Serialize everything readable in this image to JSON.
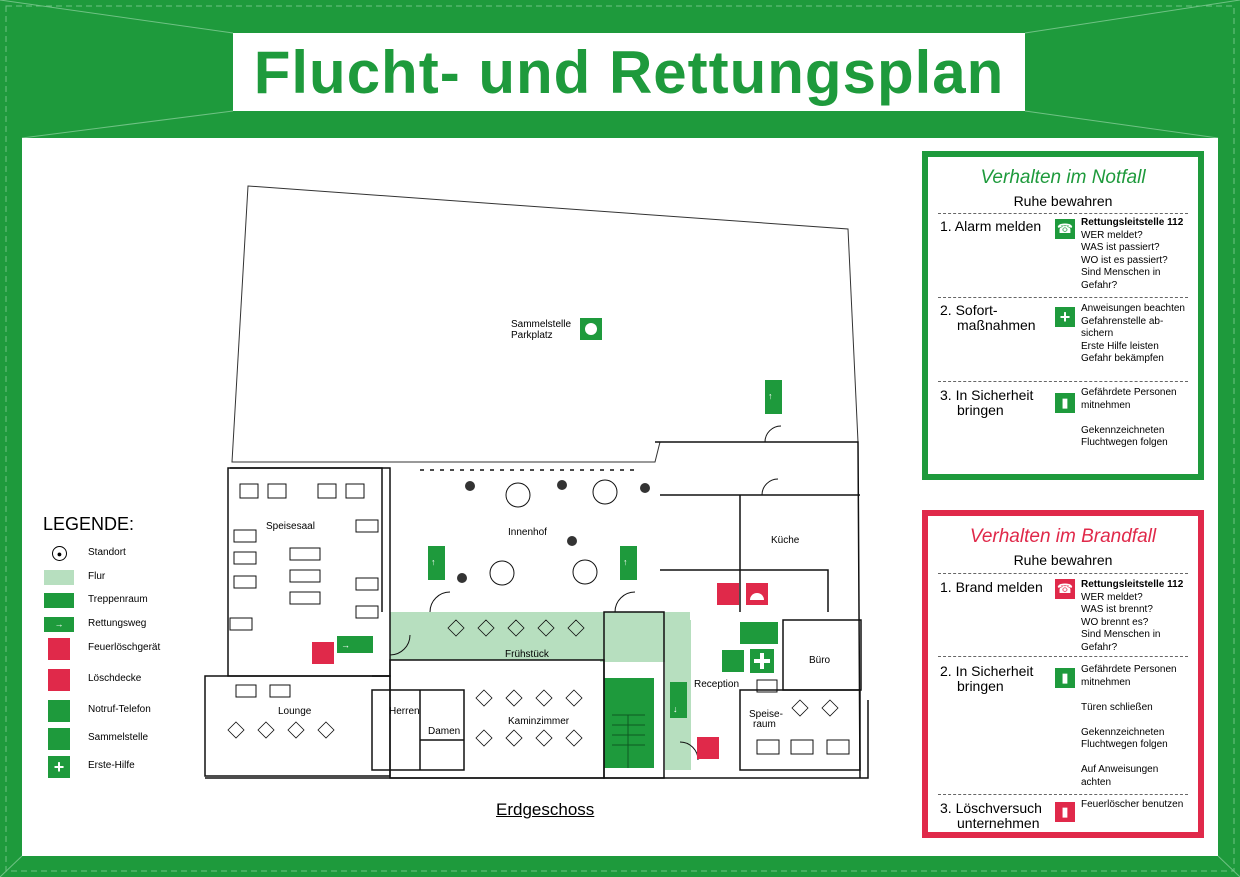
{
  "title": "Flucht- und Rettungsplan",
  "floor": "Erdgeschoss",
  "colors": {
    "frame_green": "#1e9a3c",
    "alarm_red": "#e0294a",
    "corridor": "#b7dfbf",
    "stairs": "#1e9a3c"
  },
  "legend": {
    "title": "LEGENDE:",
    "items": [
      {
        "icon": "standort-icon",
        "label": "Standort"
      },
      {
        "icon": "flur-swatch",
        "label": "Flur"
      },
      {
        "icon": "treppenraum-swatch",
        "label": "Treppenraum"
      },
      {
        "icon": "rettungsweg-icon",
        "label": "Rettungsweg"
      },
      {
        "icon": "fire-extinguisher-icon",
        "label": "Feuerlöschgerät"
      },
      {
        "icon": "fire-blanket-icon",
        "label": "Löschdecke"
      },
      {
        "icon": "emergency-phone-icon",
        "label": "Notruf-Telefon"
      },
      {
        "icon": "assembly-point-icon",
        "label": "Sammelstelle"
      },
      {
        "icon": "first-aid-icon",
        "label": "Erste-Hilfe"
      }
    ]
  },
  "rooms": {
    "sammelstelle": "Sammelstelle",
    "parkplatz": "Parkplatz",
    "innenhof": "Innenhof",
    "kueche": "Küche",
    "speisesaal": "Speisesaal",
    "fruehstueck": "Frühstück",
    "buero": "Büro",
    "reception": "Reception",
    "speise": "Speise-",
    "raum": "raum",
    "lounge": "Lounge",
    "herren": "Herren",
    "damen": "Damen",
    "kaminzimmer": "Kaminzimmer"
  },
  "notfall": {
    "title": "Verhalten im Notfall",
    "subtitle": "Ruhe bewahren",
    "steps": [
      {
        "label": [
          "1. Alarm melden"
        ],
        "icon": "emergency-phone-icon",
        "lines": [
          "Rettungsleitstelle 112",
          "WER meldet?",
          "WAS ist passiert?",
          "WO ist es passiert?",
          "Sind Menschen in",
          "Gefahr?"
        ]
      },
      {
        "label": [
          "2. Sofort-",
          "maßnahmen"
        ],
        "icon": "first-aid-icon",
        "lines": [
          "Anweisungen beachten",
          "Gefahrenstelle ab-",
          "sichern",
          "Erste Hilfe leisten",
          "Gefahr bekämpfen"
        ]
      },
      {
        "label": [
          "3. In Sicherheit",
          "bringen"
        ],
        "icon": "exit-icon",
        "lines": [
          "Gefährdete Personen",
          "mitnehmen",
          "",
          "Gekennzeichneten",
          "Fluchtwegen folgen"
        ]
      }
    ]
  },
  "brandfall": {
    "title": "Verhalten im Brandfall",
    "subtitle": "Ruhe bewahren",
    "steps": [
      {
        "label": [
          "1. Brand melden"
        ],
        "icon": "fire-phone-icon",
        "lines": [
          "Rettungsleitstelle 112",
          "WER meldet?",
          "WAS ist brennt?",
          "WO brennt es?",
          "Sind Menschen in",
          "Gefahr?"
        ]
      },
      {
        "label": [
          "2. In Sicherheit",
          "bringen"
        ],
        "icon": "exit-icon",
        "lines": [
          "Gefährdete Personen",
          "mitnehmen",
          "",
          "Türen schließen",
          "",
          "Gekennzeichneten",
          "Fluchtwegen folgen",
          "",
          "Auf Anweisungen",
          "achten"
        ]
      },
      {
        "label": [
          "3. Löschversuch",
          "unternehmen"
        ],
        "icon": "fire-extinguisher-icon",
        "lines": [
          "Feuerlöscher benutzen"
        ]
      }
    ]
  }
}
